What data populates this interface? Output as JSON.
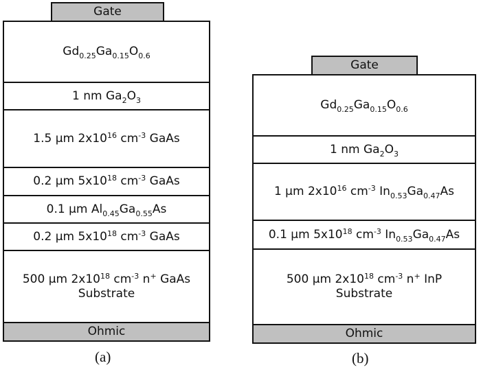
{
  "stacks": [
    {
      "caption": "(a)",
      "gate": "Gate",
      "ohmic": "Ohmic",
      "layers": [
        {
          "lines": [
            [
              {
                "t": "Gd"
              },
              {
                "sub": "0.25"
              },
              {
                "t": "Ga"
              },
              {
                "sub": "0.15"
              },
              {
                "t": "O"
              },
              {
                "sub": "0.6"
              }
            ]
          ]
        },
        {
          "lines": [
            [
              {
                "t": "1 nm Ga"
              },
              {
                "sub": "2"
              },
              {
                "t": "O"
              },
              {
                "sub": "3"
              }
            ]
          ]
        },
        {
          "lines": [
            [
              {
                "t": "1.5 μm 2x10"
              },
              {
                "sup": "16"
              },
              {
                "t": " cm"
              },
              {
                "sup": "-3"
              },
              {
                "t": " GaAs"
              }
            ]
          ]
        },
        {
          "lines": [
            [
              {
                "t": "0.2 μm 5x10"
              },
              {
                "sup": "18"
              },
              {
                "t": " cm"
              },
              {
                "sup": "-3"
              },
              {
                "t": " GaAs"
              }
            ]
          ]
        },
        {
          "lines": [
            [
              {
                "t": "0.1 μm Al"
              },
              {
                "sub": "0.45"
              },
              {
                "t": "Ga"
              },
              {
                "sub": "0.55"
              },
              {
                "t": "As"
              }
            ]
          ]
        },
        {
          "lines": [
            [
              {
                "t": "0.2 μm 5x10"
              },
              {
                "sup": "18"
              },
              {
                "t": " cm"
              },
              {
                "sup": "-3"
              },
              {
                "t": " GaAs"
              }
            ]
          ]
        },
        {
          "lines": [
            [
              {
                "t": "500 μm 2x10"
              },
              {
                "sup": "18"
              },
              {
                "t": " cm"
              },
              {
                "sup": "-3"
              },
              {
                "t": " n"
              },
              {
                "sup": "+"
              },
              {
                "t": " GaAs"
              }
            ],
            [
              {
                "t": "Substrate"
              }
            ]
          ]
        }
      ]
    },
    {
      "caption": "(b)",
      "gate": "Gate",
      "ohmic": "Ohmic",
      "layers": [
        {
          "lines": [
            [
              {
                "t": "Gd"
              },
              {
                "sub": "0.25"
              },
              {
                "t": "Ga"
              },
              {
                "sub": "0.15"
              },
              {
                "t": "O"
              },
              {
                "sub": "0.6"
              }
            ]
          ]
        },
        {
          "lines": [
            [
              {
                "t": "1 nm Ga"
              },
              {
                "sub": "2"
              },
              {
                "t": "O"
              },
              {
                "sub": "3"
              }
            ]
          ]
        },
        {
          "lines": [
            [
              {
                "t": "1 μm 2x10"
              },
              {
                "sup": "16"
              },
              {
                "t": " cm"
              },
              {
                "sup": "-3"
              },
              {
                "t": " In"
              },
              {
                "sub": "0.53"
              },
              {
                "t": "Ga"
              },
              {
                "sub": "0.47"
              },
              {
                "t": "As"
              }
            ]
          ]
        },
        {
          "lines": [
            [
              {
                "t": "0.1 μm 5x10"
              },
              {
                "sup": "18"
              },
              {
                "t": " cm"
              },
              {
                "sup": "-3"
              },
              {
                "t": " In"
              },
              {
                "sub": "0.53"
              },
              {
                "t": "Ga"
              },
              {
                "sub": "0.47"
              },
              {
                "t": "As"
              }
            ]
          ]
        },
        {
          "lines": [
            [
              {
                "t": "500 μm 2x10"
              },
              {
                "sup": "18"
              },
              {
                "t": " cm"
              },
              {
                "sup": "-3"
              },
              {
                "t": " n"
              },
              {
                "sup": "+"
              },
              {
                "t": " InP"
              }
            ],
            [
              {
                "t": "Substrate"
              }
            ]
          ]
        }
      ]
    }
  ],
  "colors": {
    "metal": "#c0c0c0",
    "layer": "#ffffff",
    "border": "#111111"
  }
}
